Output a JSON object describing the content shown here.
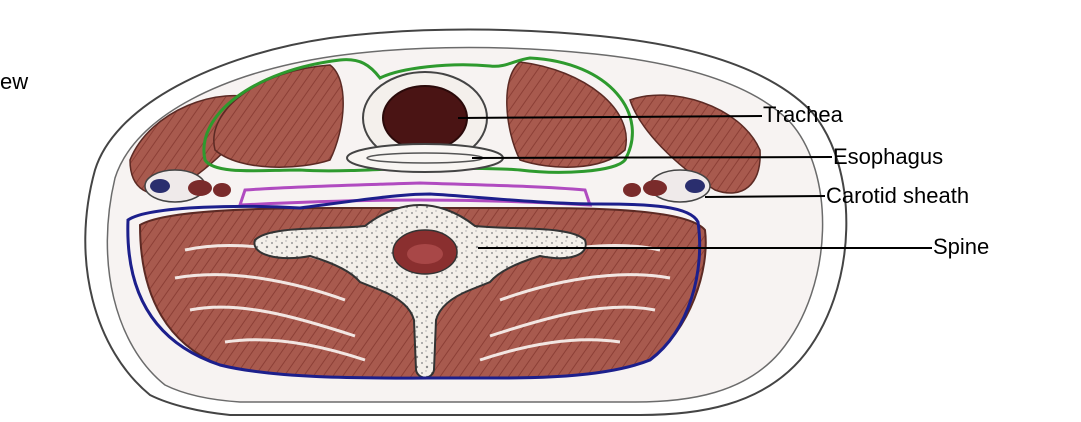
{
  "labels": {
    "cropped_fragment": "ew",
    "trachea": "Trachea",
    "esophagus": "Esophagus",
    "carotid_sheath": "Carotid sheath",
    "spine": "Spine"
  },
  "colors": {
    "muscle": "#a85a4e",
    "muscle_dark": "#8c3f36",
    "fascia_line": "#f2e6e2",
    "bone": "#f3efe9",
    "outline": "#333333",
    "trachea_lumen": "#4a1414",
    "visceral_compartment": "#2e9a2e",
    "carotid_compartment": "#b04bc0",
    "prevertebral_compartment": "#1c1f8c",
    "leader_line": "#000000"
  }
}
